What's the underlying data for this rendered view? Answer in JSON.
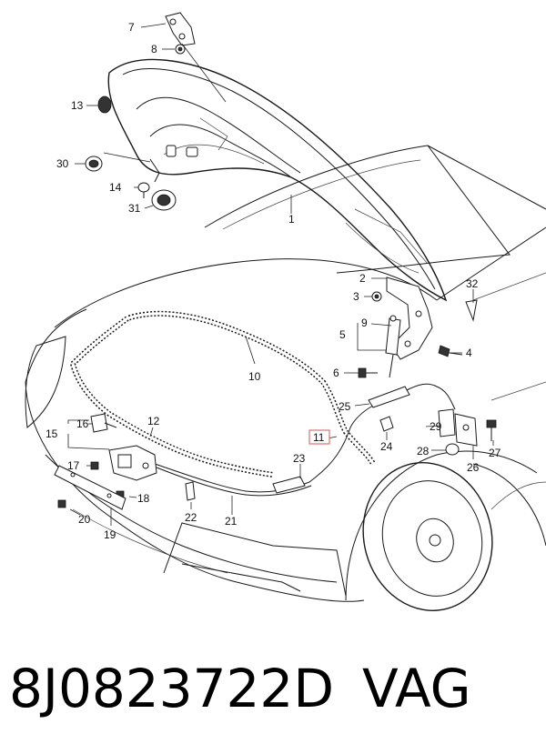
{
  "callouts": {
    "c1": "1",
    "c2": "2",
    "c3": "3",
    "c4": "4",
    "c5": "5",
    "c6": "6",
    "c7": "7",
    "c8": "8",
    "c9": "9",
    "c10": "10",
    "c11": "11",
    "c12": "12",
    "c13": "13",
    "c14": "14",
    "c15": "15",
    "c16": "16",
    "c17": "17",
    "c18": "18",
    "c19": "19",
    "c20": "20",
    "c21": "21",
    "c22": "22",
    "c23": "23",
    "c24": "24",
    "c25": "25",
    "c26": "26",
    "c27": "27",
    "c28": "28",
    "c29": "29",
    "c30": "30",
    "c31": "31",
    "c32": "32"
  },
  "highlighted_callout": "c11",
  "colors": {
    "highlight_box": "#e07070",
    "line": "#1a1a1a",
    "background": "#ffffff"
  },
  "footer": {
    "part_number": "8J0823722D",
    "brand": "VAG"
  }
}
